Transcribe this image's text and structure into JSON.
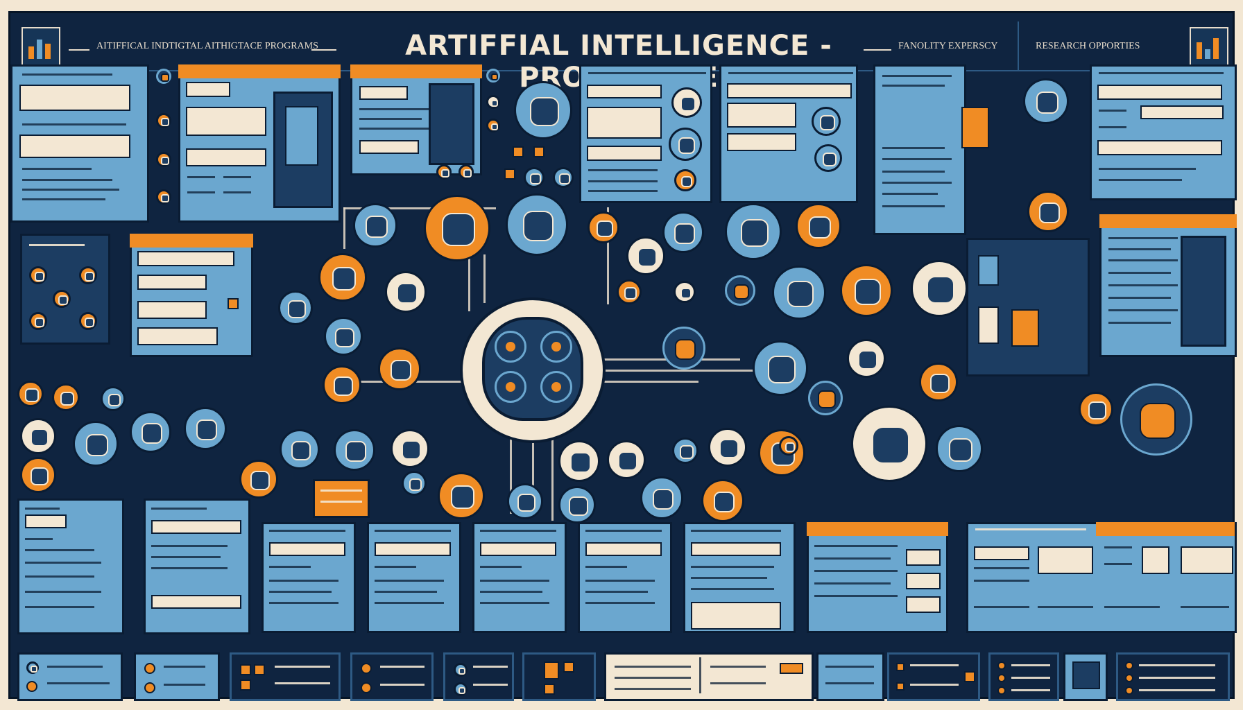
{
  "header": {
    "title": "ARTIFFIAL INTELLIGENCE - PROGRANCE",
    "left_caption": "AITIFFICAL INDTIGTAL AITHIGTACE PROGRAMS",
    "right_caption_1": "FANOLITY EXPERSCY",
    "right_caption_2": "RESEARCH OPPORTIES"
  },
  "colors": {
    "background": "#f3e7d3",
    "navy": "#0f2440",
    "blue": "#6ba7cf",
    "orange": "#f08c24",
    "cream": "#f3e7d3"
  },
  "icons": [
    "brain-icon",
    "gear-icon",
    "chip-icon",
    "book-icon",
    "robot-icon",
    "eye-icon",
    "globe-icon",
    "document-icon",
    "chart-icon",
    "atom-icon"
  ]
}
